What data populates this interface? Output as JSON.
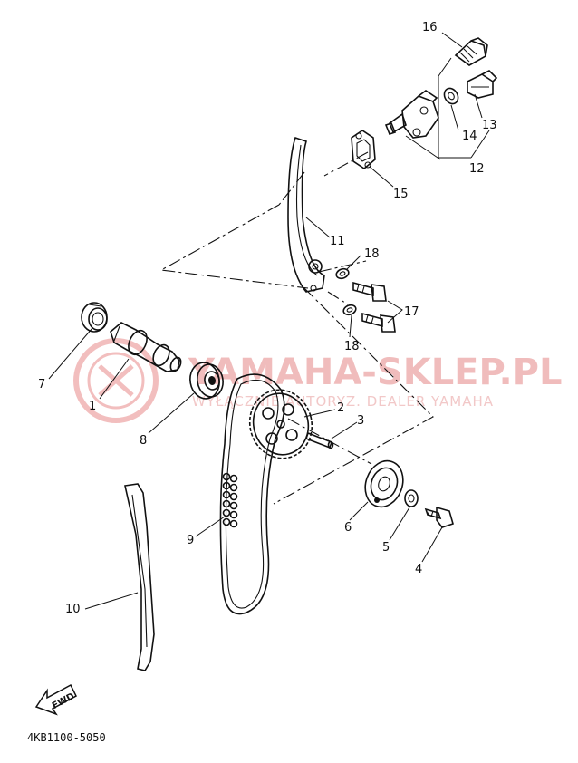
{
  "watermark": {
    "brand": "YAMAHA-SKLEP.PL",
    "tagline": "WYŁĄCZNIE AUTORYZ. DEALER YAMAHA",
    "color": "#e88a8a"
  },
  "fwd_label": "FWD",
  "diagram_code": "4KB1100-5050",
  "callouts": [
    {
      "id": "c1",
      "text": "1"
    },
    {
      "id": "c2",
      "text": "2"
    },
    {
      "id": "c3",
      "text": "3"
    },
    {
      "id": "c4",
      "text": "4"
    },
    {
      "id": "c5",
      "text": "5"
    },
    {
      "id": "c6",
      "text": "6"
    },
    {
      "id": "c7",
      "text": "7"
    },
    {
      "id": "c8",
      "text": "8"
    },
    {
      "id": "c9",
      "text": "9"
    },
    {
      "id": "c10",
      "text": "10"
    },
    {
      "id": "c11",
      "text": "11"
    },
    {
      "id": "c12",
      "text": "12"
    },
    {
      "id": "c13",
      "text": "13"
    },
    {
      "id": "c14",
      "text": "14"
    },
    {
      "id": "c15",
      "text": "15"
    },
    {
      "id": "c16",
      "text": "16"
    },
    {
      "id": "c17",
      "text": "17"
    },
    {
      "id": "c18a",
      "text": "18"
    },
    {
      "id": "c18b",
      "text": "18"
    }
  ]
}
